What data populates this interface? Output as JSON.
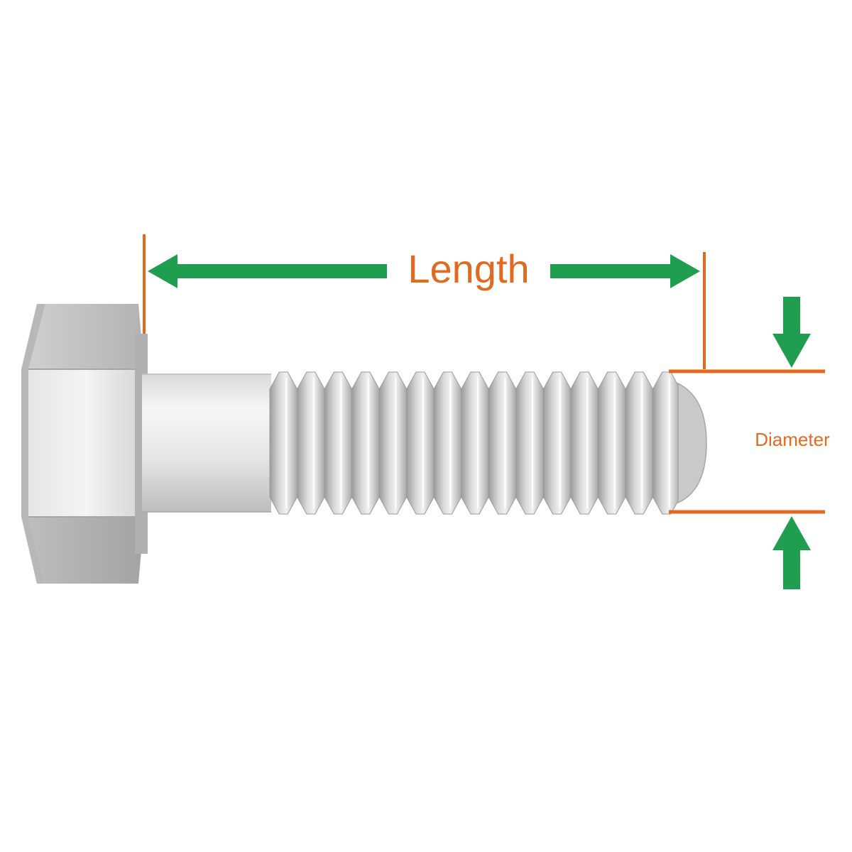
{
  "labels": {
    "length": "Length",
    "diameter": "Diameter"
  },
  "colors": {
    "dimension_line": "#e06a1f",
    "arrow": "#1f9e4f",
    "label": "#e06a1f",
    "background": "#ffffff",
    "metal_light": "#e8e8e8",
    "metal_mid": "#c4c4c4",
    "metal_dark": "#9a9a9a"
  },
  "icons": {
    "length_arrow": "double-headed-arrow",
    "diameter_arrow_top": "arrow-down",
    "diameter_arrow_bottom": "arrow-up"
  },
  "thread_count": 15
}
